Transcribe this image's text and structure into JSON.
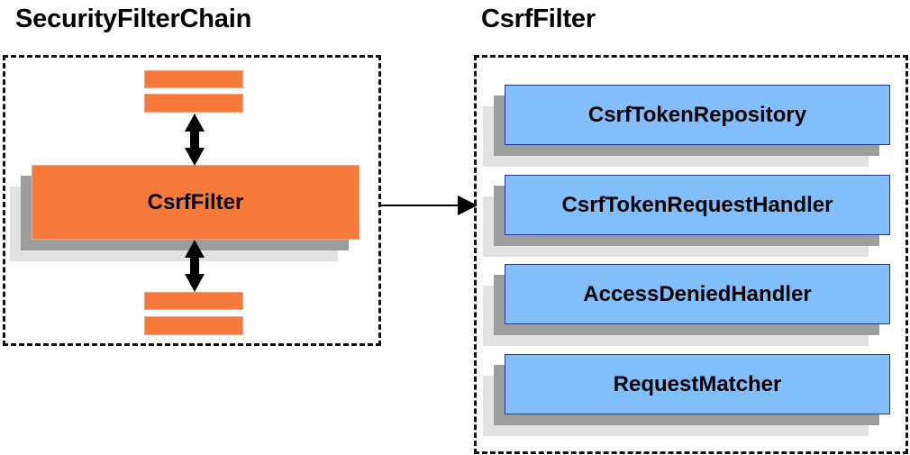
{
  "diagram": {
    "title_left": "SecurityFilterChain",
    "title_right": "CsrfFilter",
    "colors": {
      "orange_fill": "#f4793b",
      "orange_border": "#f6a279",
      "blue_fill": "#82bef9",
      "blue_border": "#1f3a93",
      "shadow_dark": "#9d9d9d",
      "shadow_light": "#e2e2e2",
      "panel_border": "#111111",
      "text": "#000000"
    }
  },
  "left_panel": {
    "title": "SecurityFilterChain",
    "main_node": {
      "label": "CsrfFilter"
    },
    "top_bars": [
      {
        "label": ""
      },
      {
        "label": ""
      }
    ],
    "bottom_bars": [
      {
        "label": ""
      },
      {
        "label": ""
      }
    ],
    "arrows": [
      {
        "name": "arrow-up-down-top",
        "direction": "bidirectional-vertical"
      },
      {
        "name": "arrow-up-down-bottom",
        "direction": "bidirectional-vertical"
      }
    ]
  },
  "connector": {
    "name": "arrow-left-to-right",
    "direction": "right",
    "label": ""
  },
  "right_panel": {
    "title": "CsrfFilter",
    "nodes": [
      {
        "label": "CsrfTokenRepository"
      },
      {
        "label": "CsrfTokenRequestHandler"
      },
      {
        "label": "AccessDeniedHandler"
      },
      {
        "label": "RequestMatcher"
      }
    ]
  }
}
